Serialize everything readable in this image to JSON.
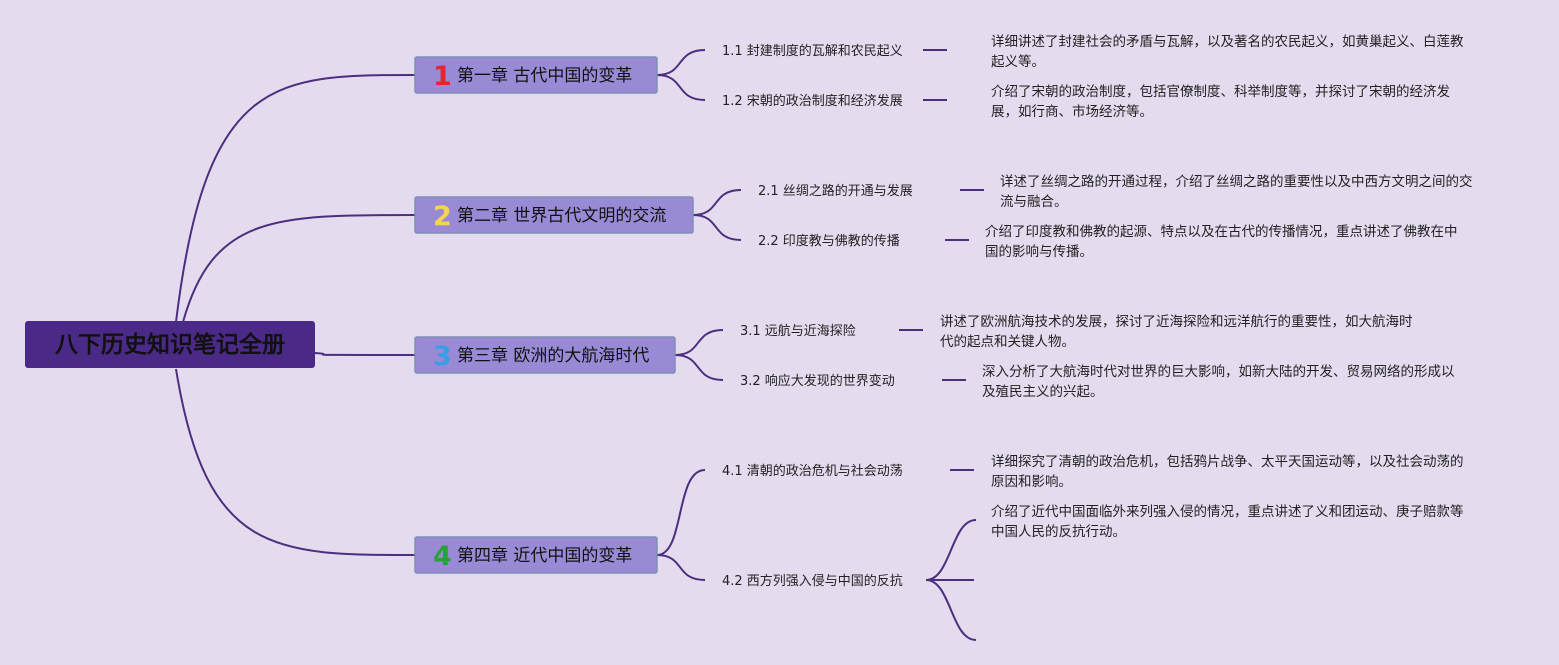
{
  "root": {
    "title": "八下历史知识笔记全册"
  },
  "colors": {
    "background": "#e5dbef",
    "root_fill": "#4a2a86",
    "chapter_fill": "#9a8ad6",
    "chapter_border": "#7d8fb0",
    "connector": "#4a2f7e",
    "chapter_number_colors": [
      "#e5252f",
      "#f2d650",
      "#3a9ee6",
      "#27a23a"
    ]
  },
  "chapters": [
    {
      "number": "1",
      "title": "第一章 古代中国的变革",
      "sections": [
        {
          "label": "1.1 封建制度的瓦解和农民起义",
          "detail_lines": [
            "详细讲述了封建社会的矛盾与瓦解，以及著名的农民起义，如黄巢起义、白莲教",
            "起义等。"
          ]
        },
        {
          "label": "1.2 宋朝的政治制度和经济发展",
          "detail_lines": [
            "介绍了宋朝的政治制度，包括官僚制度、科举制度等，并探讨了宋朝的经济发",
            "展，如行商、市场经济等。"
          ]
        }
      ]
    },
    {
      "number": "2",
      "title": "第二章 世界古代文明的交流",
      "sections": [
        {
          "label": "2.1 丝绸之路的开通与发展",
          "detail_lines": [
            "详述了丝绸之路的开通过程，介绍了丝绸之路的重要性以及中西方文明之间的交",
            "流与融合。"
          ]
        },
        {
          "label": "2.2 印度教与佛教的传播",
          "detail_lines": [
            "介绍了印度教和佛教的起源、特点以及在古代的传播情况，重点讲述了佛教在中",
            "国的影响与传播。"
          ]
        }
      ]
    },
    {
      "number": "3",
      "title": "第三章 欧洲的大航海时代",
      "sections": [
        {
          "label": "3.1 远航与近海探险",
          "detail_lines": [
            "讲述了欧洲航海技术的发展，探讨了近海探险和远洋航行的重要性，如大航海时",
            "代的起点和关键人物。"
          ]
        },
        {
          "label": "3.2 响应大发现的世界变动",
          "detail_lines": [
            "深入分析了大航海时代对世界的巨大影响，如新大陆的开发、贸易网络的形成以",
            "及殖民主义的兴起。"
          ]
        }
      ]
    },
    {
      "number": "4",
      "title": "第四章 近代中国的变革",
      "sections": [
        {
          "label": "4.1 清朝的政治危机与社会动荡",
          "detail_lines": [
            "详细探究了清朝的政治危机，包括鸦片战争、太平天国运动等，以及社会动荡的",
            "原因和影响。"
          ]
        },
        {
          "label": "4.2 西方列强入侵与中国的反抗",
          "detail_lines": [
            "介绍了近代中国面临外来列强入侵的情况，重点讲述了义和团运动、庚子赔款等",
            "中国人民的反抗行动。"
          ]
        }
      ]
    }
  ]
}
